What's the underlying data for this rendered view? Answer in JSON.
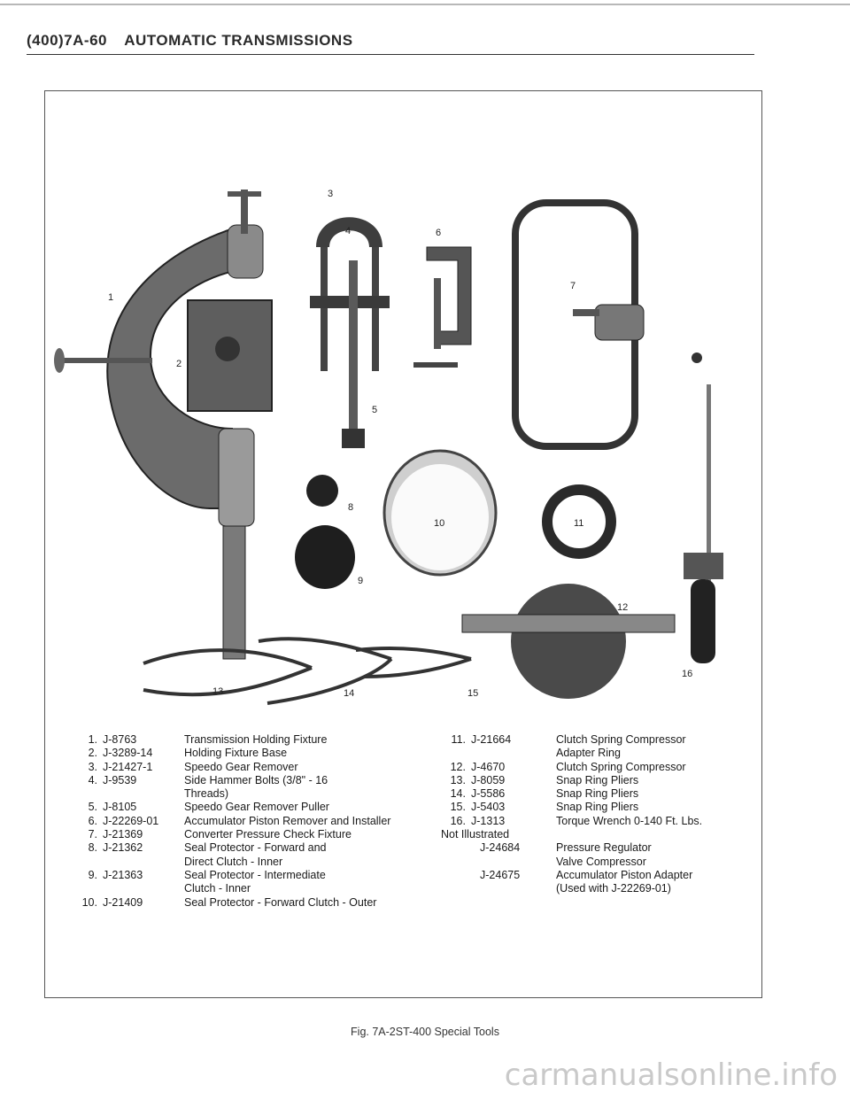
{
  "header": {
    "page_code": "(400)7A-60",
    "section": "AUTOMATIC TRANSMISSIONS"
  },
  "figure": {
    "callouts": [
      "1",
      "2",
      "3",
      "4",
      "5",
      "6",
      "7",
      "8",
      "9",
      "10",
      "11",
      "12",
      "13",
      "14",
      "15",
      "16"
    ],
    "caption": "Fig. 7A-2ST-400 Special Tools"
  },
  "legend_left": [
    {
      "num": "1.",
      "pn": "J-8763",
      "desc": [
        "Transmission Holding Fixture"
      ]
    },
    {
      "num": "2.",
      "pn": "J-3289-14",
      "desc": [
        "Holding Fixture Base"
      ]
    },
    {
      "num": "3.",
      "pn": "J-21427-1",
      "desc": [
        "Speedo Gear Remover"
      ]
    },
    {
      "num": "4.",
      "pn": "J-9539",
      "desc": [
        "Side Hammer Bolts (3/8\" - 16",
        "Threads)"
      ]
    },
    {
      "num": "5.",
      "pn": "J-8105",
      "desc": [
        "Speedo Gear Remover Puller"
      ]
    },
    {
      "num": "6.",
      "pn": "J-22269-01",
      "desc": [
        "Accumulator Piston Remover and Installer"
      ]
    },
    {
      "num": "7.",
      "pn": "J-21369",
      "desc": [
        "Converter Pressure Check Fixture"
      ]
    },
    {
      "num": "8.",
      "pn": "J-21362",
      "desc": [
        "Seal Protector - Forward and",
        "Direct Clutch - Inner"
      ]
    },
    {
      "num": "9.",
      "pn": "J-21363",
      "desc": [
        "Seal Protector - Intermediate",
        "Clutch - Inner"
      ]
    },
    {
      "num": "10.",
      "pn": "J-21409",
      "desc": [
        "Seal Protector - Forward Clutch - Outer"
      ]
    }
  ],
  "legend_right": [
    {
      "num": "11.",
      "pn": "J-21664",
      "desc": [
        "Clutch Spring Compressor",
        "Adapter Ring"
      ]
    },
    {
      "num": "12.",
      "pn": "J-4670",
      "desc": [
        "Clutch Spring Compressor"
      ]
    },
    {
      "num": "13.",
      "pn": "J-8059",
      "desc": [
        "Snap Ring Pliers"
      ]
    },
    {
      "num": "14.",
      "pn": "J-5586",
      "desc": [
        "Snap Ring Pliers"
      ]
    },
    {
      "num": "15.",
      "pn": "J-5403",
      "desc": [
        "Snap Ring Pliers"
      ]
    },
    {
      "num": "16.",
      "pn": "J-1313",
      "desc": [
        "Torque Wrench 0-140 Ft. Lbs."
      ]
    },
    {
      "num": "",
      "pn": "Not Illustrated",
      "desc": []
    },
    {
      "num": "",
      "pn": "J-24684",
      "desc": [
        "Pressure Regulator",
        "Valve Compressor"
      ]
    },
    {
      "num": "",
      "pn": "J-24675",
      "desc": [
        "Accumulator Piston Adapter",
        "(Used with J-22269-01)"
      ]
    }
  ],
  "watermark": "carmanualsonline.info"
}
